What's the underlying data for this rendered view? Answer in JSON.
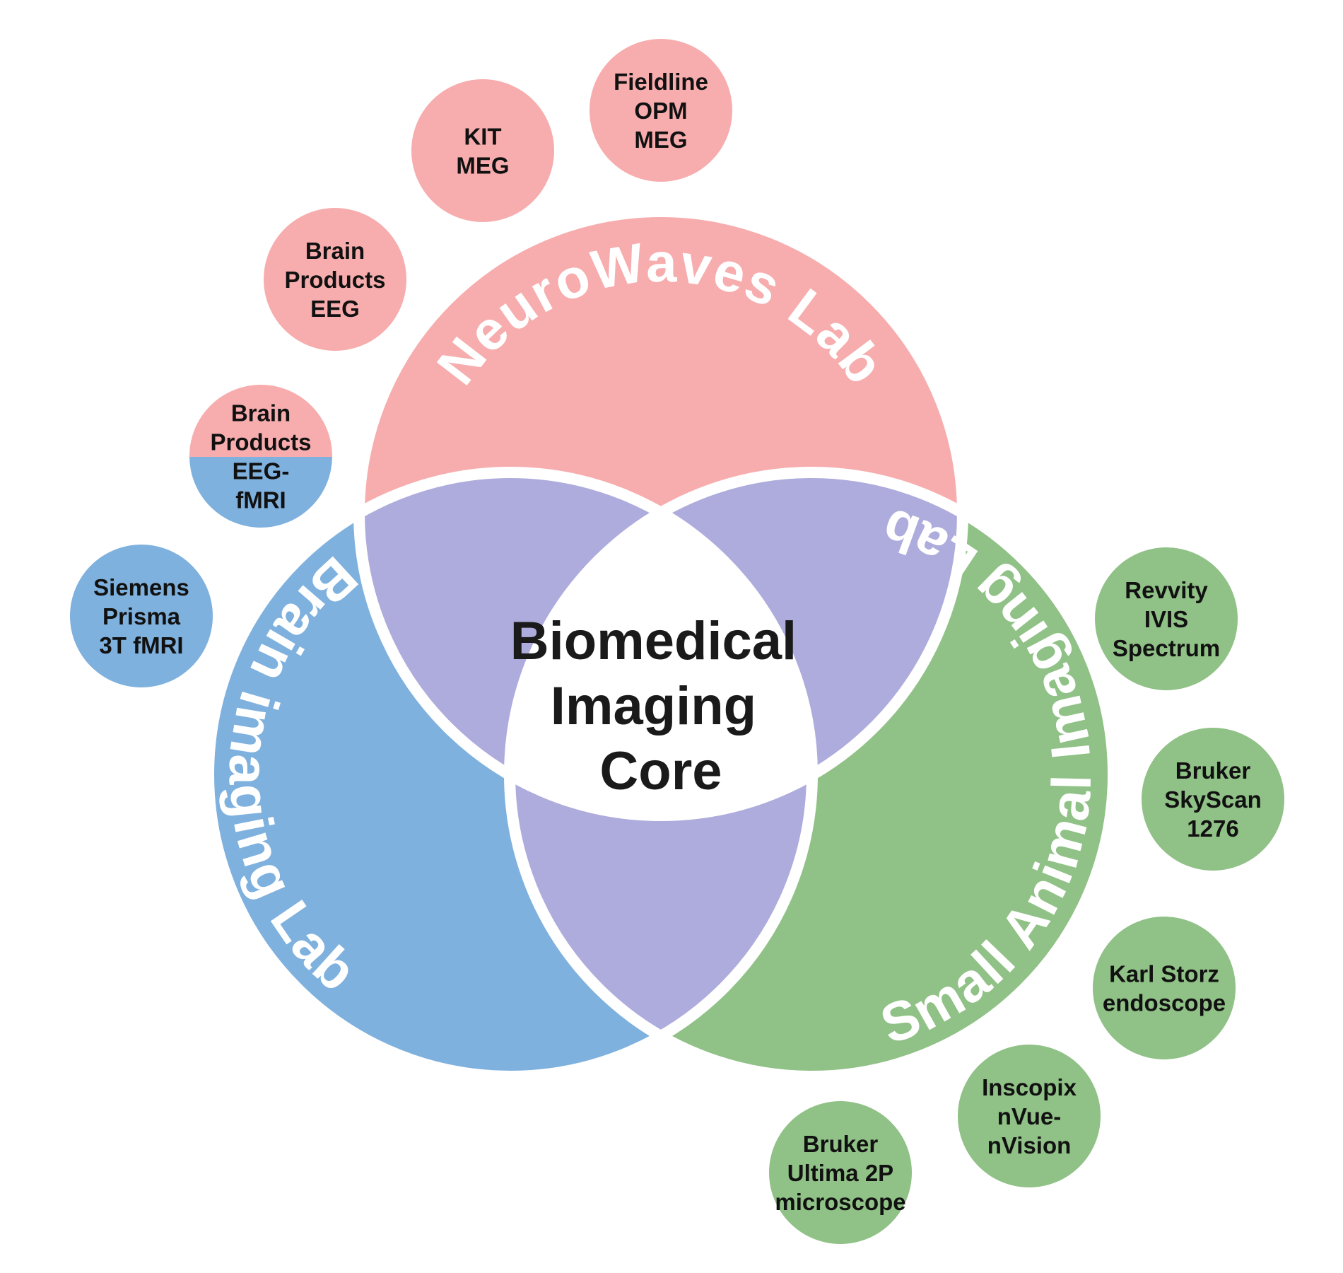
{
  "colors": {
    "neurowaves": "#f7adae",
    "brain": "#7fb1de",
    "animal": "#90c186",
    "overlap": "#aeacdc",
    "center": "#ffffff",
    "separator": "#ffffff"
  },
  "center": {
    "lines": [
      "Biomedical",
      "Imaging",
      "Core"
    ]
  },
  "labs": {
    "neurowaves": {
      "label": "NeuroWaves Lab"
    },
    "brain": {
      "label": "Brain imaging Lab"
    },
    "animal": {
      "label": "Small Animal Imaging Lab"
    }
  },
  "equipment": [
    {
      "lab": "neurowaves",
      "lines": [
        "Fieldline",
        "OPM",
        "MEG"
      ]
    },
    {
      "lab": "neurowaves",
      "lines": [
        "KIT",
        "MEG"
      ]
    },
    {
      "lab": "neurowaves",
      "lines": [
        "Brain",
        "Products",
        "EEG"
      ]
    },
    {
      "lab": "shared",
      "lines": [
        "Brain",
        "Products",
        "EEG-",
        "fMRI"
      ]
    },
    {
      "lab": "brain",
      "lines": [
        "Siemens",
        "Prisma",
        "3T fMRI"
      ]
    },
    {
      "lab": "animal",
      "lines": [
        "Revvity",
        "IVIS",
        "Spectrum"
      ]
    },
    {
      "lab": "animal",
      "lines": [
        "Bruker",
        "SkyScan",
        "1276"
      ]
    },
    {
      "lab": "animal",
      "lines": [
        "Karl Storz",
        "endoscope"
      ]
    },
    {
      "lab": "animal",
      "lines": [
        "Inscopix",
        "nVue-",
        "nVision"
      ]
    },
    {
      "lab": "animal",
      "lines": [
        "Bruker",
        "Ultima 2P",
        "microscope"
      ]
    }
  ]
}
